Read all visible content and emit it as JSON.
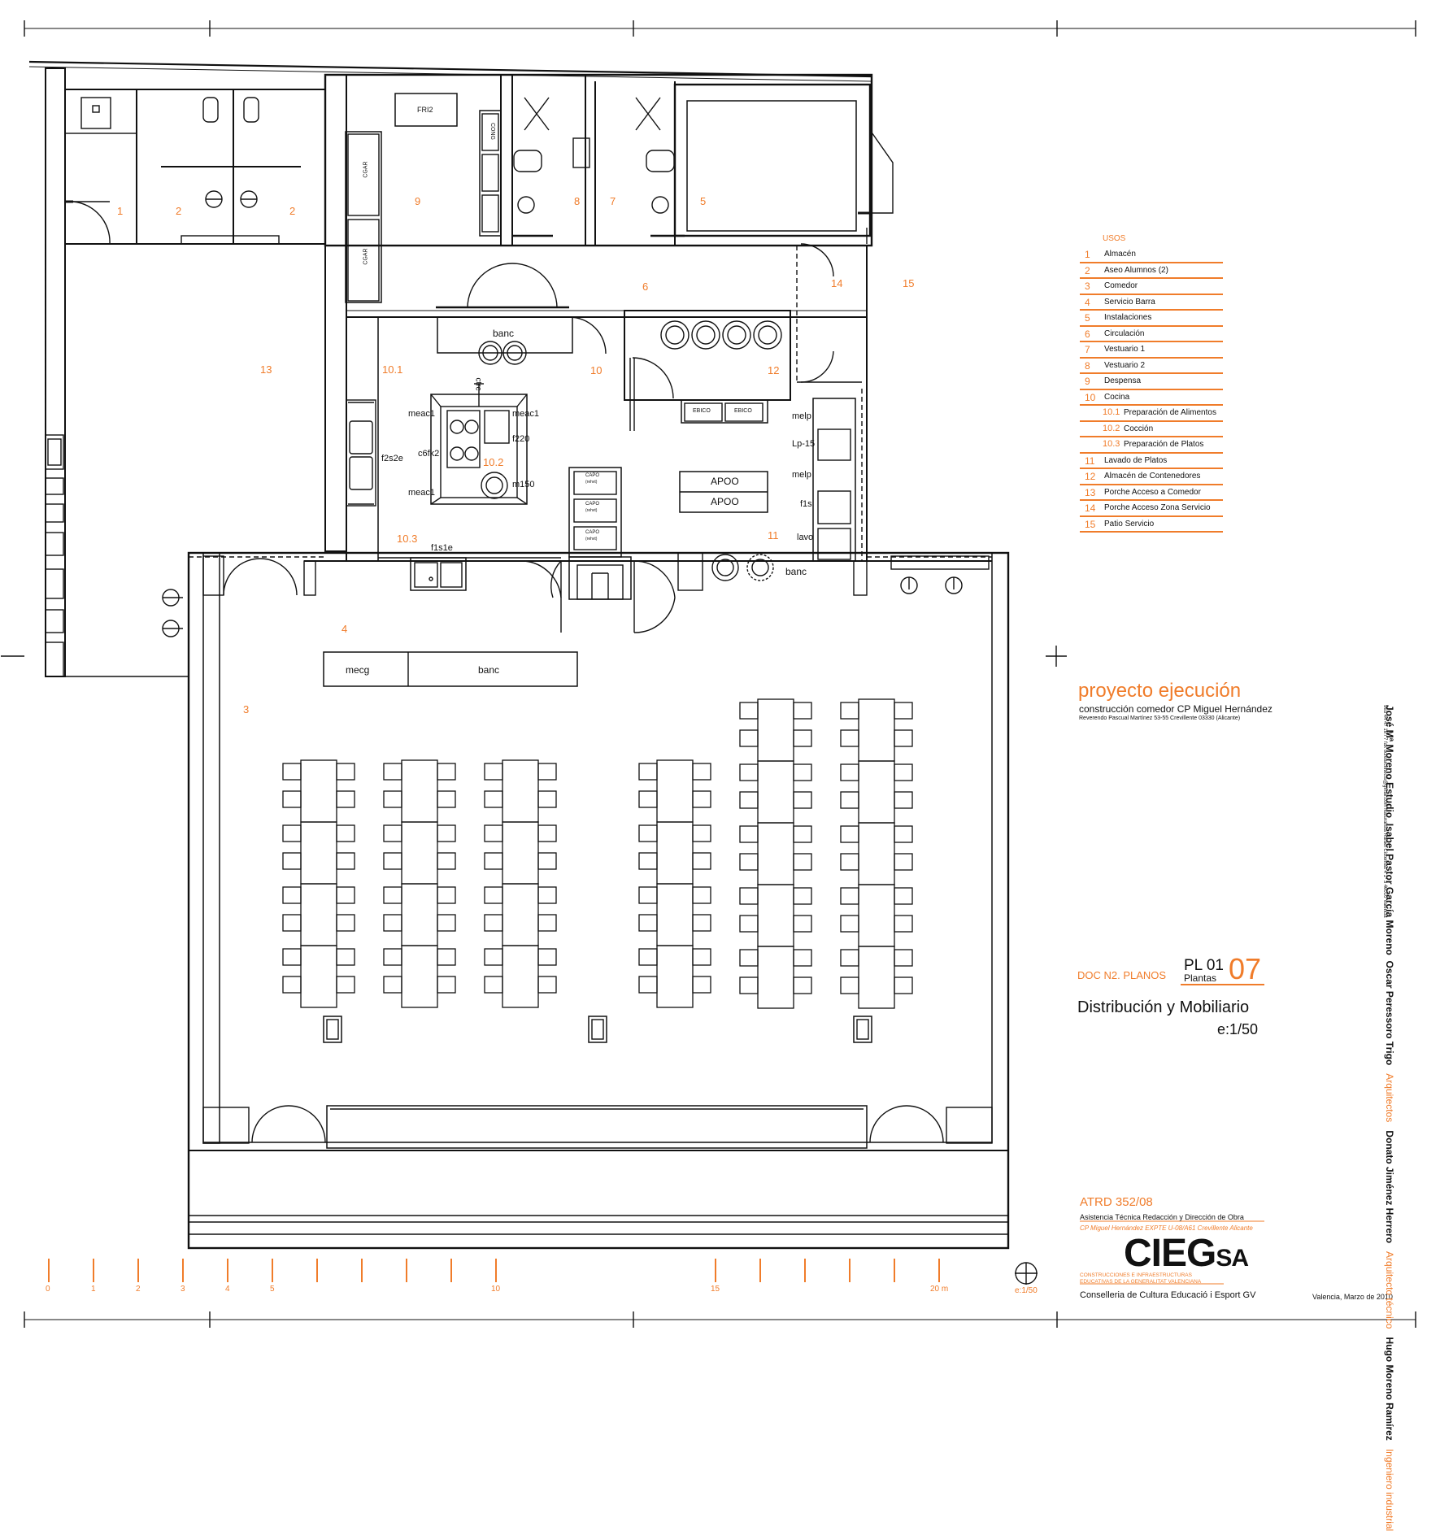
{
  "colors": {
    "accent": "#f07c2a",
    "ink": "#111111"
  },
  "legend": {
    "title": "USOS",
    "items": [
      {
        "num": "1",
        "label": "Almacén"
      },
      {
        "num": "2",
        "label": "Aseo Alumnos (2)"
      },
      {
        "num": "3",
        "label": "Comedor"
      },
      {
        "num": "4",
        "label": "Servicio Barra"
      },
      {
        "num": "5",
        "label": "Instalaciones"
      },
      {
        "num": "6",
        "label": "Circulación"
      },
      {
        "num": "7",
        "label": "Vestuario 1"
      },
      {
        "num": "8",
        "label": "Vestuario 2"
      },
      {
        "num": "9",
        "label": "Despensa"
      },
      {
        "num": "10",
        "label": "Cocina"
      },
      {
        "num": "10.1",
        "label": "Preparación de Alimentos",
        "sub": true
      },
      {
        "num": "10.2",
        "label": "Cocción",
        "sub": true
      },
      {
        "num": "10.3",
        "label": "Preparación de Platos",
        "sub": true
      },
      {
        "num": "11",
        "label": "Lavado de Platos"
      },
      {
        "num": "12",
        "label": "Almacén de Contenedores"
      },
      {
        "num": "13",
        "label": "Porche Acceso a Comedor"
      },
      {
        "num": "14",
        "label": "Porche Acceso Zona Servicio"
      },
      {
        "num": "15",
        "label": "Patio Servicio"
      }
    ]
  },
  "rooms": [
    "1",
    "2",
    "2",
    "3",
    "4",
    "5",
    "6",
    "7",
    "8",
    "9",
    "10",
    "10.1",
    "10.2",
    "10.3",
    "11",
    "12",
    "13",
    "14",
    "15"
  ],
  "equipment": {
    "fri2": "FRI2",
    "cgar": "CGAR",
    "cgar2": "CGAR",
    "cong": "CONG",
    "banc": "banc",
    "banc2": "banc",
    "banc3": "banc",
    "mecg": "mecg",
    "meac1a": "meac1",
    "meac1b": "meac1",
    "meac1c": "meac1",
    "csfk2": "c6fk2",
    "f2s2e": "f2s2e",
    "f220": "f220",
    "m150": "m150",
    "f1s1e": "f1s1e",
    "apoo1": "APOO",
    "apoo2": "APOO",
    "melp1": "melp",
    "melp2": "melp",
    "lp15": "Lp-15",
    "f1s": "f1s",
    "lavo": "lavo",
    "ebico1": "EBICO",
    "ebico2": "EBICO",
    "capo": "CAPO",
    "capo_sub": "(rehvt)",
    "ctrc": "ctrc"
  },
  "scale_bar": {
    "ticks": [
      "0",
      "1",
      "2",
      "3",
      "4",
      "5",
      "10",
      "15",
      "20 m"
    ],
    "scale": "e:1/50"
  },
  "title_block": {
    "project": "proyecto ejecución",
    "subtitle": "construcción comedor  CP Miguel Hernández",
    "address": "Reverendo Pascual Martínez 53-55 Crevillente 03330 (Alicante)",
    "doc": "DOC N2. PLANOS",
    "pl": "PL 01",
    "pl_sub": "Plantas",
    "pl_num": "07",
    "sheet_title": "Distribución y Mobiliario",
    "sheet_scale": "e:1/50",
    "atrd": "ATRD 352/08",
    "atrd_desc": "Asistencia Técnica Redacción y Dirección de Obra",
    "atrd_ref": "CP Miguel Hernández  EXPTE U-08/A61  Crevillente  Alicante",
    "logo_main": "CIEG",
    "logo_sa": "SA",
    "logo_sub1": "CONSTRUCCIONES E INFRAESTRUCTURAS",
    "logo_sub2": "EDUCATIVAS DE LA GENERALITAT VALENCIANA",
    "conselleria": "Conselleria de Cultura Educació i Esport  GV",
    "fecha": "Valencia, Marzo de 2010"
  },
  "credits": {
    "n1": "José Mª Moreno Estudio",
    "n2": "Isabel Pastor García Moreno",
    "n3": "Oscar Peressoro Trigo",
    "r1": "Arquitectos",
    "n4": "Donato Jiménez Herrero",
    "r2": "Arquitecto técnico",
    "n5": "Hugo Moreno Ramírez",
    "r3": "Ingeniero industrial",
    "contact": "963 44 47 18  /  7 fax  ocrearchitects@gmail.com  Naturalista Rafael Cisternas 4  1º 3  46010 Valencia"
  }
}
